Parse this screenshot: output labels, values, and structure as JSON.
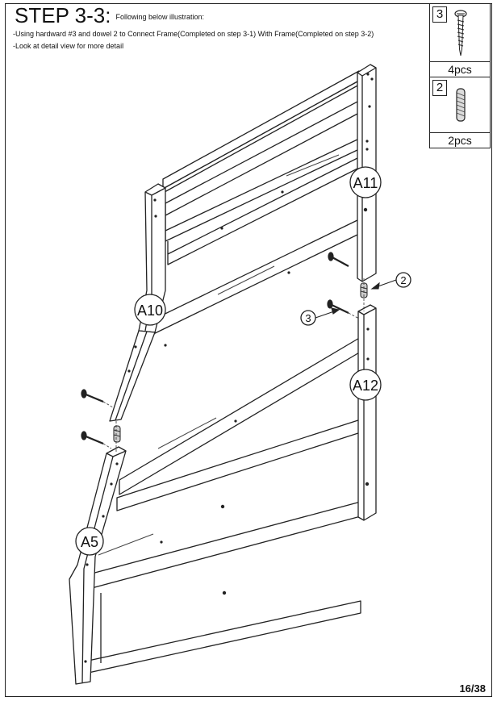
{
  "header": {
    "step_title": "STEP 3-3:",
    "step_subtitle": "Following below illustration:",
    "instruction_1": "-Using hardward #3 and dowel 2 to Connect Frame(Completed on step 3-1) With Frame(Completed on step 3-2)",
    "instruction_2": "-Look at detail view for more detail"
  },
  "hardware": [
    {
      "number": "3",
      "quantity": "4pcs",
      "icon": "screw-icon"
    },
    {
      "number": "2",
      "quantity": "2pcs",
      "icon": "dowel-icon"
    }
  ],
  "callouts": {
    "a11": "A11",
    "a10": "A10",
    "a12": "A12",
    "a5": "A5",
    "dowel": "2",
    "screw": "3"
  },
  "footer": {
    "page": "16/38"
  }
}
